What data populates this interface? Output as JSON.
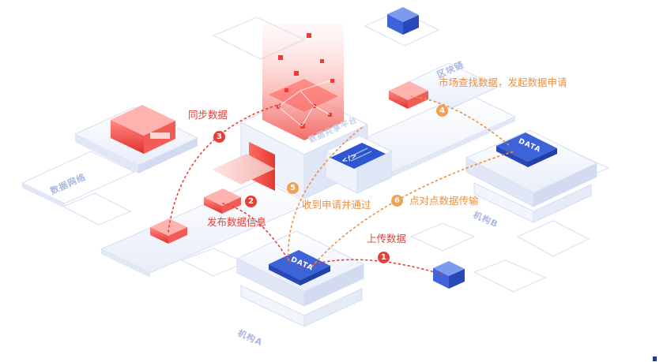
{
  "steps": [
    {
      "num": "1",
      "label": "上传数据"
    },
    {
      "num": "2",
      "label": "发布数据信息"
    },
    {
      "num": "3",
      "label": "同步数据"
    },
    {
      "num": "4",
      "label": "市场查找数据，发起数据申请"
    },
    {
      "num": "5",
      "label": "收到申请并通过"
    },
    {
      "num": "6",
      "label": "点对点数据传输"
    }
  ],
  "chips": {
    "a": "DATA",
    "b": "DATA",
    "panel": "</>"
  },
  "platforms": {
    "blockchain": "区块链",
    "data_network": "数据网络",
    "exchange": "数据共享平台",
    "machine_a": "机构A",
    "machine_b": "机构B"
  },
  "colors": {
    "red": "#e2413b",
    "orange": "#f2a14c",
    "blue": "#3d63d8",
    "outline": "#d6def3"
  }
}
